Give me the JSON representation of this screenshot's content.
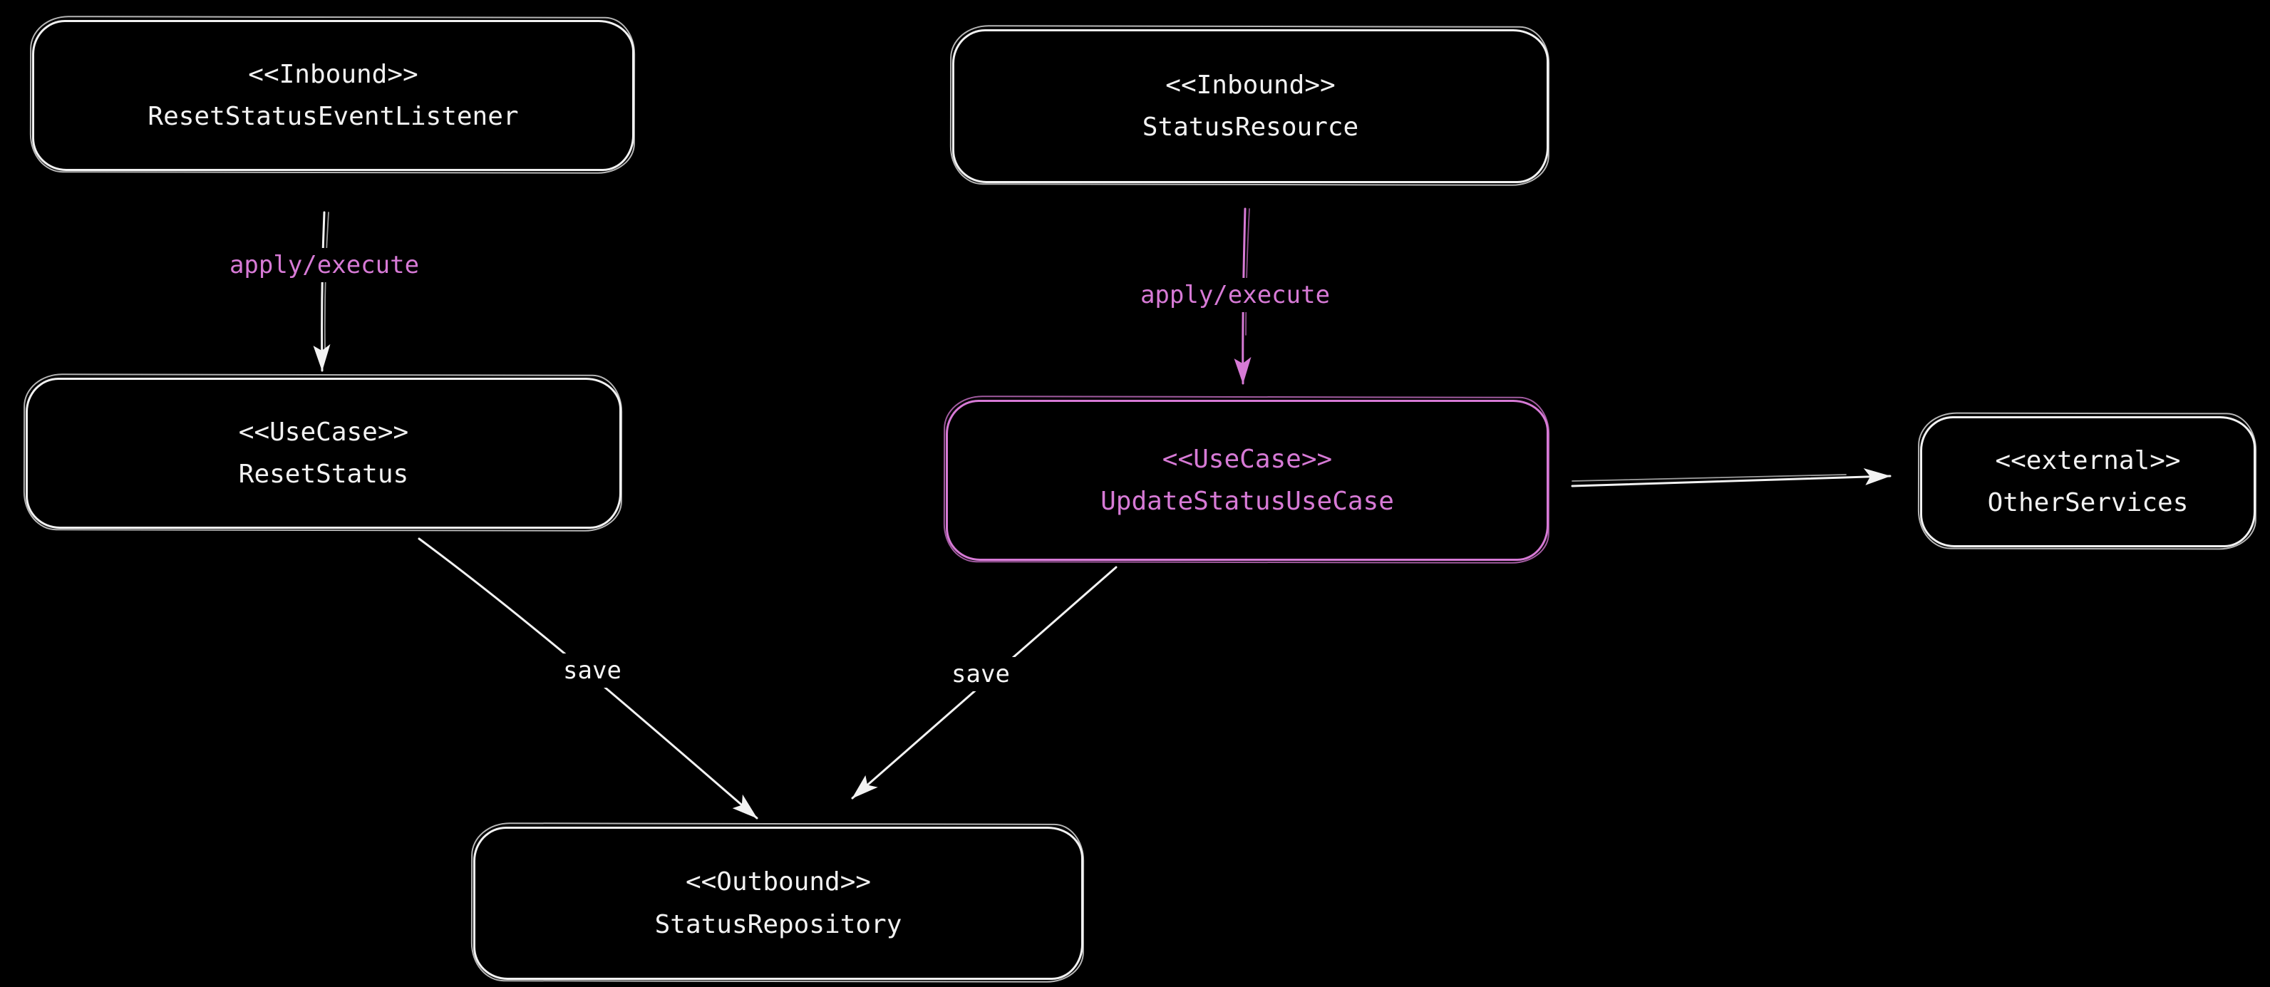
{
  "diagram": {
    "nodes": [
      {
        "id": "reset-status-event-listener",
        "stereotype": "<<Inbound>>",
        "name": "ResetStatusEventListener",
        "color": "white"
      },
      {
        "id": "status-resource",
        "stereotype": "<<Inbound>>",
        "name": "StatusResource",
        "color": "white"
      },
      {
        "id": "reset-status",
        "stereotype": "<<UseCase>>",
        "name": "ResetStatus",
        "color": "white"
      },
      {
        "id": "update-status-use-case",
        "stereotype": "<<UseCase>>",
        "name": "UpdateStatusUseCase",
        "color": "pink"
      },
      {
        "id": "other-services",
        "stereotype": "<<external>>",
        "name": "OtherServices",
        "color": "white"
      },
      {
        "id": "status-repository",
        "stereotype": "<<Outbound>>",
        "name": "StatusRepository",
        "color": "white"
      }
    ],
    "edges": [
      {
        "from": "reset-status-event-listener",
        "to": "reset-status",
        "label": "apply/execute",
        "line_color": "white",
        "label_color": "pink"
      },
      {
        "from": "status-resource",
        "to": "update-status-use-case",
        "label": "apply/execute",
        "line_color": "pink",
        "label_color": "pink"
      },
      {
        "from": "update-status-use-case",
        "to": "other-services",
        "label": "",
        "line_color": "white",
        "label_color": ""
      },
      {
        "from": "reset-status",
        "to": "status-repository",
        "label": "save",
        "line_color": "white",
        "label_color": "white"
      },
      {
        "from": "update-status-use-case",
        "to": "status-repository",
        "label": "save",
        "line_color": "white",
        "label_color": "white"
      }
    ]
  },
  "colors": {
    "background": "#000000",
    "stroke_white": "#f2f2f2",
    "text_white": "#f5f5f5",
    "accent_pink": "#d77ad6"
  }
}
